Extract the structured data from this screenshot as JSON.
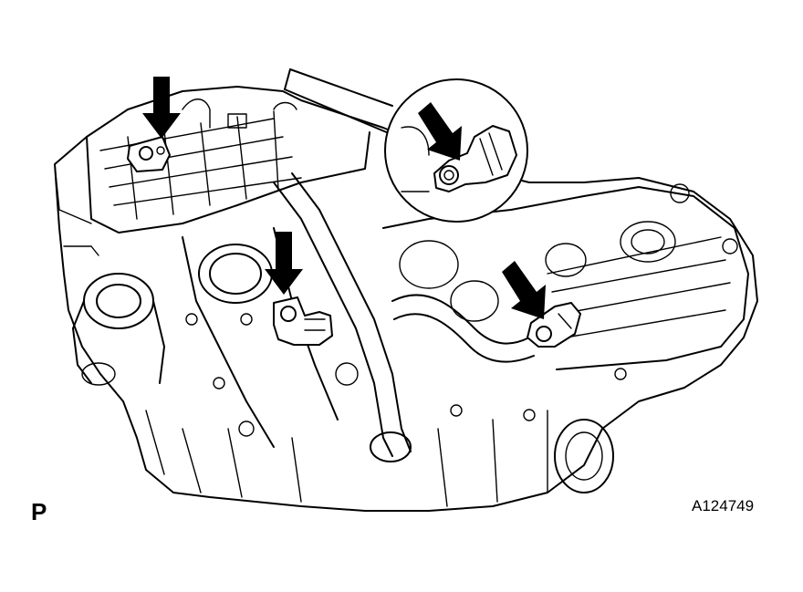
{
  "figure": {
    "corner_letter": "P",
    "figure_id": "A124749",
    "callouts": [
      {
        "name": "sensor-left-bank",
        "arrow": "down"
      },
      {
        "name": "sensor-center",
        "arrow": "down"
      },
      {
        "name": "sensor-right-bank",
        "arrow": "down-right"
      },
      {
        "name": "sensor-detail-inset",
        "arrow": "down-right"
      }
    ],
    "colors": {
      "line": "#000000",
      "background": "#ffffff"
    }
  }
}
